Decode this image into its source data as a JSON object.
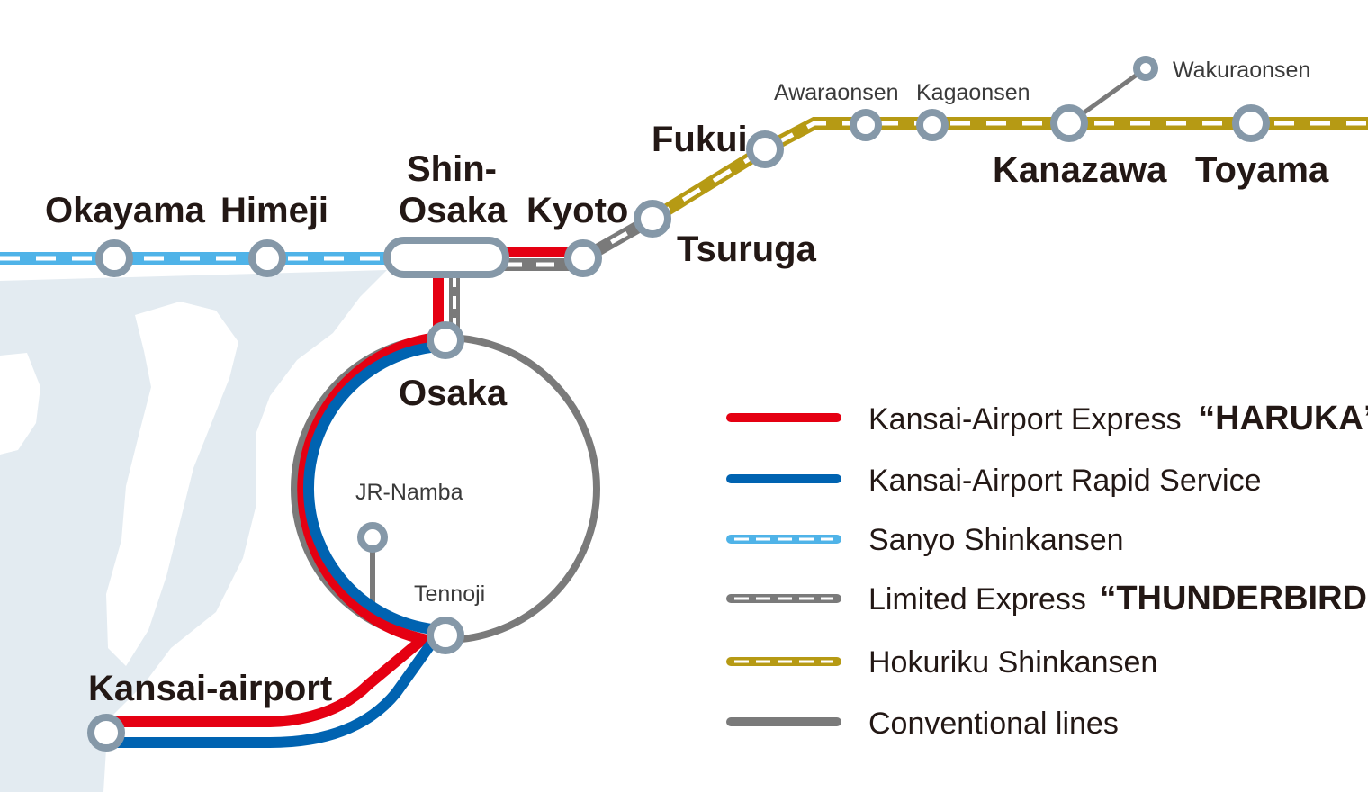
{
  "colors": {
    "haruka": "#e50012",
    "rapid": "#0063b1",
    "sanyo": "#4fb3e8",
    "thunderbird": "#7a7a7a",
    "hokuriku": "#b69a14",
    "conventional": "#7a7a7a",
    "land": "#e3ebf1",
    "station_ring": "#8598a8"
  },
  "stations": {
    "okayama": "Okayama",
    "himeji": "Himeji",
    "shin_osaka_1": "Shin-",
    "shin_osaka_2": "Osaka",
    "kyoto": "Kyoto",
    "tsuruga": "Tsuruga",
    "fukui": "Fukui",
    "awaraonsen": "Awaraonsen",
    "kagaonsen": "Kagaonsen",
    "kanazawa": "Kanazawa",
    "wakuraonsen": "Wakuraonsen",
    "toyama": "Toyama",
    "osaka": "Osaka",
    "jr_namba": "JR-Namba",
    "tennoji": "Tennoji",
    "kansai_airport": "Kansai-airport"
  },
  "legend": [
    {
      "label": "Kansai-Airport Express",
      "emphasis": "“HARUKA”",
      "style": "solid",
      "color": "#e50012"
    },
    {
      "label": "Kansai-Airport Rapid Service",
      "emphasis": "",
      "style": "solid",
      "color": "#0063b1"
    },
    {
      "label": "Sanyo Shinkansen",
      "emphasis": "",
      "style": "dashed",
      "color": "#4fb3e8"
    },
    {
      "label": "Limited Express",
      "emphasis": "“THUNDERBIRD”",
      "style": "dashed",
      "color": "#7a7a7a"
    },
    {
      "label": "Hokuriku Shinkansen",
      "emphasis": "",
      "style": "dashed",
      "color": "#b69a14"
    },
    {
      "label": "Conventional lines",
      "emphasis": "",
      "style": "solid",
      "color": "#7a7a7a"
    }
  ]
}
